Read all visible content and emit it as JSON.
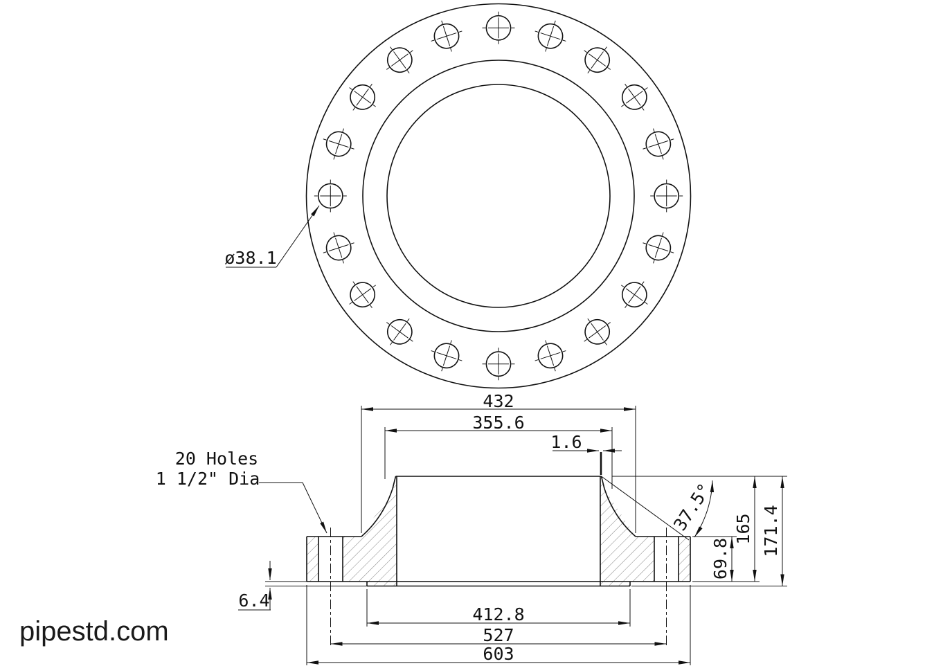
{
  "watermark": "pipestd.com",
  "view": {
    "top_view_name": "flange-face-view",
    "section_view_name": "flange-section-view"
  },
  "labels": {
    "bolt_hole_dia": "ø38.1",
    "holes_count_note": "20 Holes",
    "holes_size_note": "1 1/2\" Dia"
  },
  "dimensions": {
    "hub_base_dia": "432",
    "weld_end_dia": "355.6",
    "weld_land": "1.6",
    "raised_face_dia": "412.8",
    "bolt_circle_dia": "527",
    "outside_dia": "603",
    "flange_thickness": "69.8",
    "hub_height": "165",
    "overall_height": "171.4",
    "raised_face_height": "6.4",
    "bevel_angle": "37.5°"
  },
  "geometry": {
    "bolt_hole_count": 20
  }
}
